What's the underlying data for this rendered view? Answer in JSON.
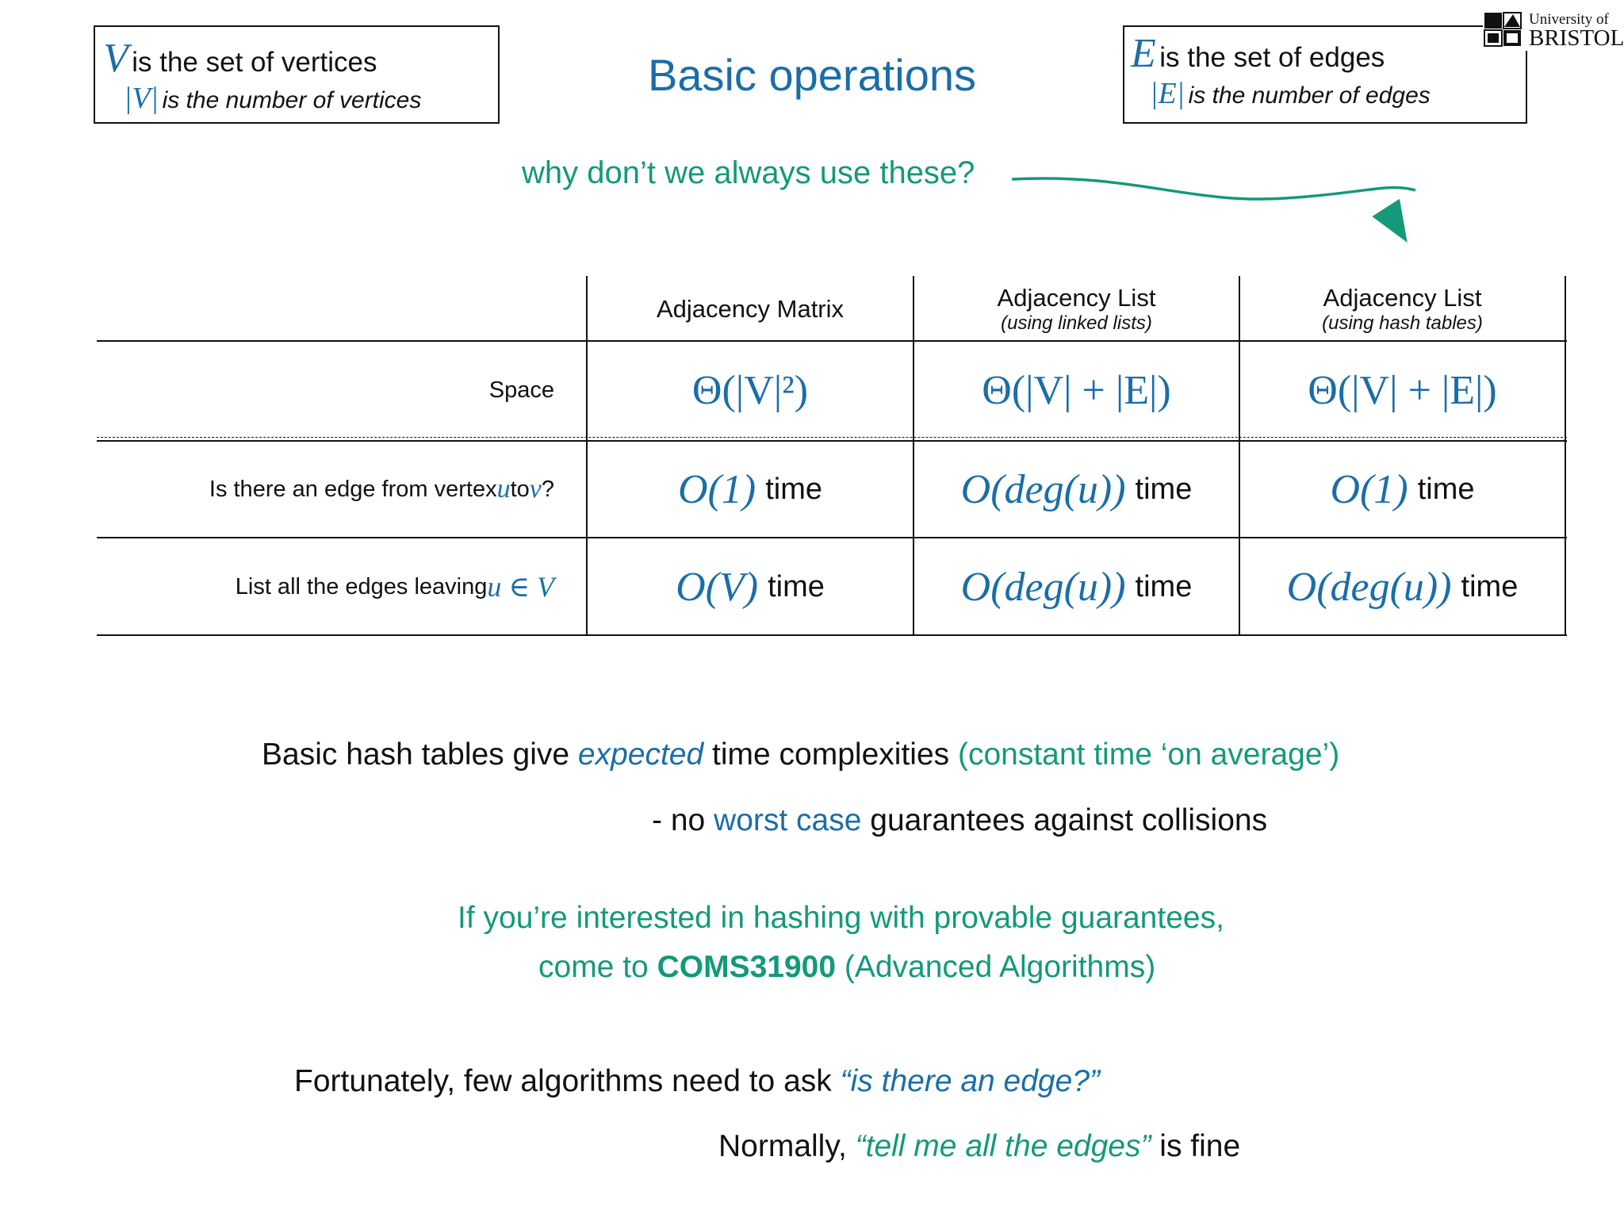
{
  "slide": {
    "title": "Basic operations",
    "question": "why don’t we always use these?"
  },
  "left_box": {
    "symbol": "V",
    "line1": "is the set of vertices",
    "symbol2": "|V|",
    "line2": "is the number of vertices"
  },
  "right_box": {
    "symbol": "E",
    "line1": "is the set of edges",
    "symbol2": "|E|",
    "line2": "is the number of edges"
  },
  "logo": {
    "top": "University of",
    "bottom": "BRISTOL"
  },
  "table": {
    "headers": [
      {
        "title": "Adjacency Matrix",
        "note": ""
      },
      {
        "title": "Adjacency List",
        "note": "(using linked lists)"
      },
      {
        "title": "Adjacency List",
        "note": "(using hash tables)"
      }
    ],
    "rows": [
      {
        "label": "Space",
        "cells": [
          "Θ(|V|²)",
          "Θ(|V| + |E|)",
          "Θ(|V| + |E|)"
        ],
        "suffix": [
          "",
          "",
          ""
        ]
      },
      {
        "label_pre": "Is there an edge from vertex ",
        "label_u": "u",
        "label_mid": " to ",
        "label_v": "v",
        "label_post": "?",
        "cells": [
          "O(1)",
          "O(deg(u))",
          "O(1)"
        ],
        "suffix": [
          "time",
          "time",
          "time"
        ]
      },
      {
        "label_pre": "List all the edges leaving ",
        "label_math": "u ∈ V",
        "cells": [
          "O(V)",
          "O(deg(u))",
          "O(deg(u))"
        ],
        "suffix": [
          "time",
          "time",
          "time"
        ]
      }
    ]
  },
  "text": {
    "p1_a": "Basic hash tables give ",
    "p1_b": "expected",
    "p1_c": " time complexities ",
    "p1_d": "(constant time ‘on average’)",
    "p2_a": "- no ",
    "p2_b": "worst case",
    "p2_c": " guarantees against collisions",
    "p3": "If you’re interested in hashing with provable guarantees,",
    "p4_a": "come to ",
    "p4_b": "COMS31900",
    "p4_c": " (Advanced Algorithms)",
    "p5_a": "Fortunately, few algorithms need to ask ",
    "p5_b": "“is there an edge?”",
    "p6_a": "Normally, ",
    "p6_b": "“tell me all the edges”",
    "p6_c": " is fine"
  },
  "colors": {
    "blue": "#1a6ea8",
    "green": "#14997a"
  }
}
